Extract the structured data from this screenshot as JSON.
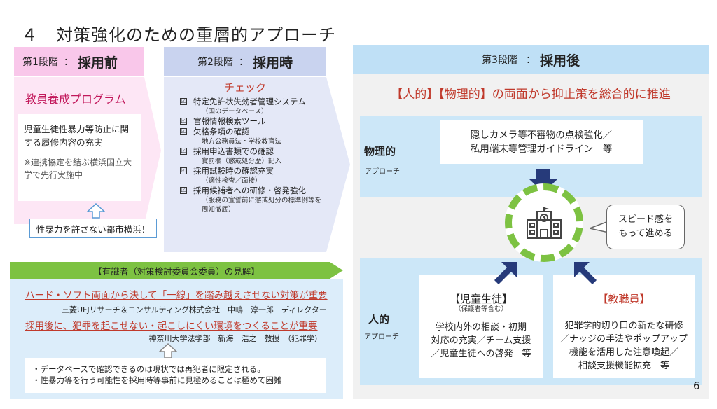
{
  "title": "４　対策強化のための重層的アプローチ",
  "stage1": {
    "prefix": "第1段階",
    "sep": "：",
    "name": "採用前",
    "program": "教員養成プログラム",
    "desc": "児童生徒性暴力等防止に関する履修内容の充実",
    "note": "※連携協定を結ぶ横浜国立大学で先行実施中",
    "callout": "性暴力を許さない都市横浜！"
  },
  "stage2": {
    "prefix": "第2段階",
    "sep": "：",
    "name": "採用時",
    "check_title": "チェック",
    "items": [
      {
        "label": "特定免許状失効者管理システム",
        "sub": "（国のデータベース）"
      },
      {
        "label": "官報情報検索ツール",
        "sub": ""
      },
      {
        "label": "欠格条項の確認",
        "sub": "地方公務員法・学校教育法"
      },
      {
        "label": "採用申込書類での確認",
        "sub": "賞罰欄（懲戒処分歴）記入"
      },
      {
        "label": "採用試験時の確認充実",
        "sub": "（適性検査／面接）"
      },
      {
        "label": "採用候補者への研修・啓発強化",
        "sub": "（服務の宣誓前に懲戒処分の標準例等を周知徹底）"
      }
    ]
  },
  "stage3": {
    "prefix": "第3段階",
    "sep": "：",
    "name": "採用後",
    "subtitle": "【人的】【物理的】の両面から抑止策を総合的に推進",
    "physical": {
      "label": "物理的",
      "label2": "アプローチ",
      "box_line1": "隠しカメラ等不審物の点検強化／",
      "box_line2": "私用端末等管理ガイドライン　等"
    },
    "bubble_line1": "スピード感を",
    "bubble_line2": "もって進める",
    "human": {
      "label": "人的",
      "label2": "アプローチ",
      "students": {
        "title": "【児童生徒】",
        "sub": "（保護者等含む）",
        "lines": [
          "学校内外の相談・初期",
          "対応の充実／チーム支援",
          "／児童生徒への啓発　等"
        ]
      },
      "staff": {
        "title": "【教職員】",
        "lines": [
          "犯罪学的切り口の新たな研修",
          "／ナッジの手法やポップアップ",
          "機能を活用した注意喚起／",
          "相談支援機能拡充　等"
        ]
      }
    }
  },
  "experts": {
    "band": "【有識者（対策検討委員会委員）の見解】",
    "l1": "ハード・ソフト両面から決して「一線」を踏み越えさせない対策が重要",
    "a1": "三菱UFJリサーチ＆コンサルティング株式会社　中嶋　淳一郎　ディレクター",
    "l2": "採用後に、犯罪を起こせない・起こしにくい環境をつくることが重要",
    "a2": "神奈川大学法学部　新海　浩之　教授　（犯罪学）",
    "note1": "・データベースで確認できるのは現状では再犯者に限定される。",
    "note2": "・性暴力等を行う可能性を採用時等事前に見極めることは極めて困難"
  },
  "page_number": "6",
  "colors": {
    "stage1": "#f9c7ea",
    "stage2": "#c9d3ef",
    "stage3": "#bfe0f6",
    "accent_red": "#c0392b",
    "green": "#7dc242",
    "navy_arrow": "#263a7a"
  },
  "icons": {
    "checkbox": "☑",
    "school": "school-building-icon"
  }
}
